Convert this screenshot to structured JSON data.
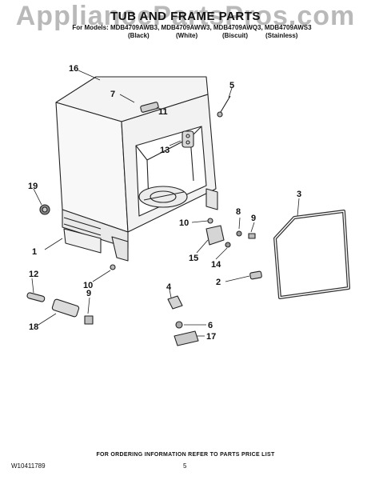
{
  "watermark": "AppliancePartsPros.com",
  "title": "TUB AND FRAME PARTS",
  "models": "For Models: MDB4709AWB3, MDB4709AWW3, MDB4709AWQ3, MDB4709AWS3",
  "finishes": [
    "(Black)",
    "(White)",
    "(Biscuit)",
    "(Stainless)"
  ],
  "footer": {
    "ordering": "FOR ORDERING INFORMATION REFER TO PARTS PRICE LIST",
    "code": "W10411789",
    "page": "5"
  },
  "callouts": [
    "16",
    "7",
    "11",
    "5",
    "13",
    "19",
    "3",
    "10",
    "8",
    "9",
    "1",
    "15",
    "14",
    "12",
    "2",
    "10",
    "9",
    "4",
    "18",
    "6",
    "17"
  ]
}
